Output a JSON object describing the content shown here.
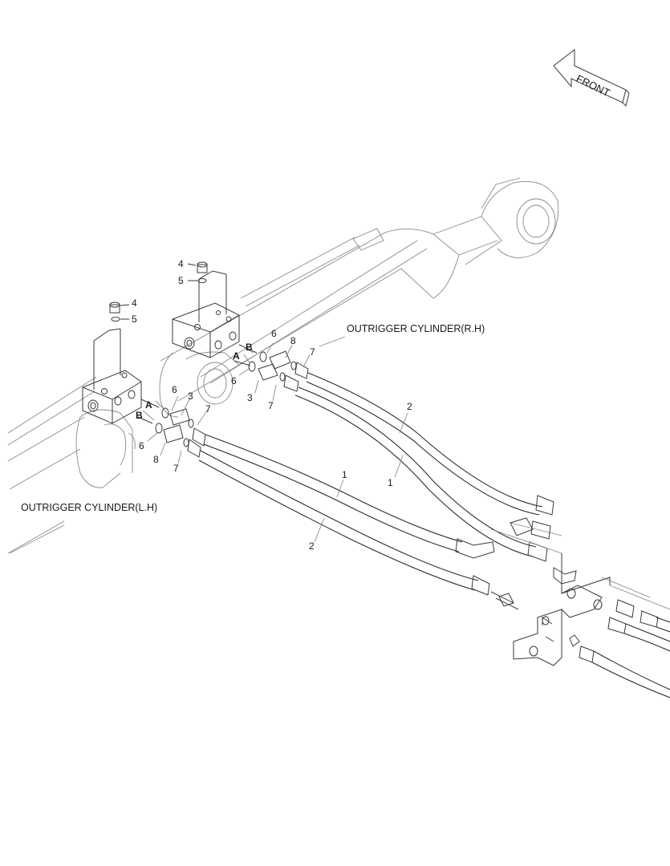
{
  "labels": {
    "front": "FRONT",
    "cylinder_rh": "OUTRIGGER CYLINDER(R.H)",
    "cylinder_lh": "OUTRIGGER CYLINDER(L.H)",
    "port_a": "A",
    "port_b": "B"
  },
  "callouts": {
    "rh_4": "4",
    "rh_5": "5",
    "rh_6a": "6",
    "rh_8": "8",
    "rh_7a": "7",
    "rh_6b": "6",
    "rh_3": "3",
    "rh_7b": "7",
    "lh_4": "4",
    "lh_5": "5",
    "lh_6a": "6",
    "lh_3": "3",
    "lh_7a": "7",
    "lh_6b": "6",
    "lh_8": "8",
    "lh_7b": "7",
    "hose_2_upper": "2",
    "hose_1_upper": "1",
    "hose_1_lower": "1",
    "hose_2_lower": "2"
  }
}
